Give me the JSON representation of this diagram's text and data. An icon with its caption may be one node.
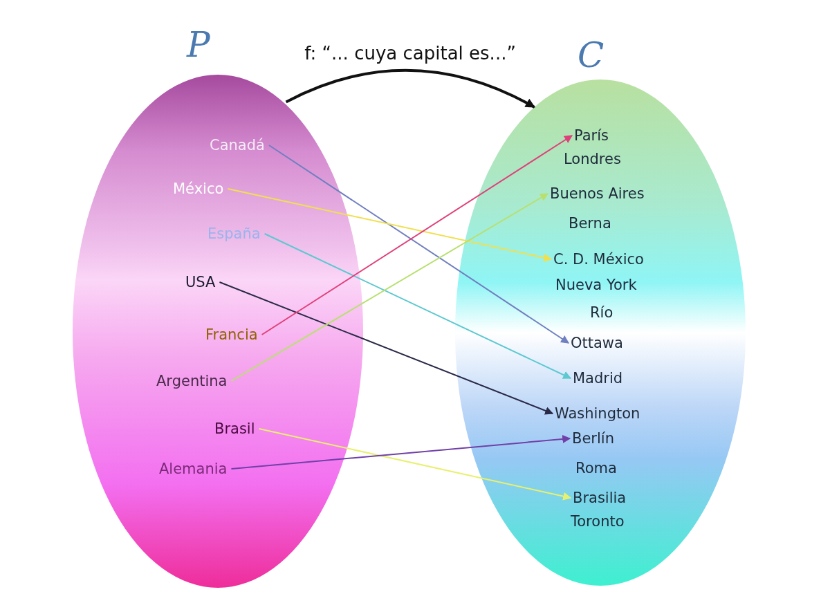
{
  "diagram": {
    "nodes": [
      {
        "text": [
          "P"
        ]
      },
      {
        "text": [
          "C"
        ]
      },
      {
        "text": [
          "Canadá"
        ],
        "in": 0
      },
      {
        "text": [
          "México"
        ],
        "in": 0
      },
      {
        "text": [
          "España"
        ],
        "in": 0
      },
      {
        "text": [
          "USA"
        ],
        "in": 0
      },
      {
        "text": [
          "Francia"
        ],
        "in": 0
      },
      {
        "text": [
          "Argentina"
        ],
        "in": 0
      },
      {
        "text": [
          "Brasil"
        ],
        "in": 0
      },
      {
        "text": [
          "Alemania"
        ],
        "in": 0
      },
      {
        "text": [
          "París"
        ],
        "in": 1
      },
      {
        "text": [
          "Londres"
        ],
        "in": 1
      },
      {
        "text": [
          "Buenos Aires"
        ],
        "in": 1
      },
      {
        "text": [
          "Berna"
        ],
        "in": 1
      },
      {
        "text": [
          "C. D. México"
        ],
        "in": 1
      },
      {
        "text": [
          "Nueva York"
        ],
        "in": 1
      },
      {
        "text": [
          "Río"
        ],
        "in": 1
      },
      {
        "text": [
          "Ottawa"
        ],
        "in": 1
      },
      {
        "text": [
          "Madrid"
        ],
        "in": 1
      },
      {
        "text": [
          "Washington"
        ],
        "in": 1
      },
      {
        "text": [
          "Berlín"
        ],
        "in": 1
      },
      {
        "text": [
          "Roma"
        ],
        "in": 1
      },
      {
        "text": [
          "Brasilia"
        ],
        "in": 1
      },
      {
        "text": [
          "Toronto"
        ],
        "in": 1
      }
    ],
    "edges": [
      {
        "from": 0,
        "to": 1,
        "arrow": "to",
        "label": "f: “... cuya capital es...”",
        "color": "#111111",
        "style": "thick"
      },
      {
        "from": 2,
        "to": 17,
        "arrow": "to",
        "color": "#6f7fc0"
      },
      {
        "from": 3,
        "to": 14,
        "arrow": "to",
        "color": "#f0e050"
      },
      {
        "from": 4,
        "to": 18,
        "arrow": "to",
        "color": "#5cc8d0"
      },
      {
        "from": 5,
        "to": 19,
        "arrow": "to",
        "color": "#2a2a48"
      },
      {
        "from": 6,
        "to": 10,
        "arrow": "to",
        "color": "#e0407a"
      },
      {
        "from": 7,
        "to": 12,
        "arrow": "to",
        "color": "#b8e070"
      },
      {
        "from": 8,
        "to": 22,
        "arrow": "to",
        "color": "#e8f070"
      },
      {
        "from": 9,
        "to": 20,
        "arrow": "to",
        "color": "#7040a8"
      }
    ]
  }
}
